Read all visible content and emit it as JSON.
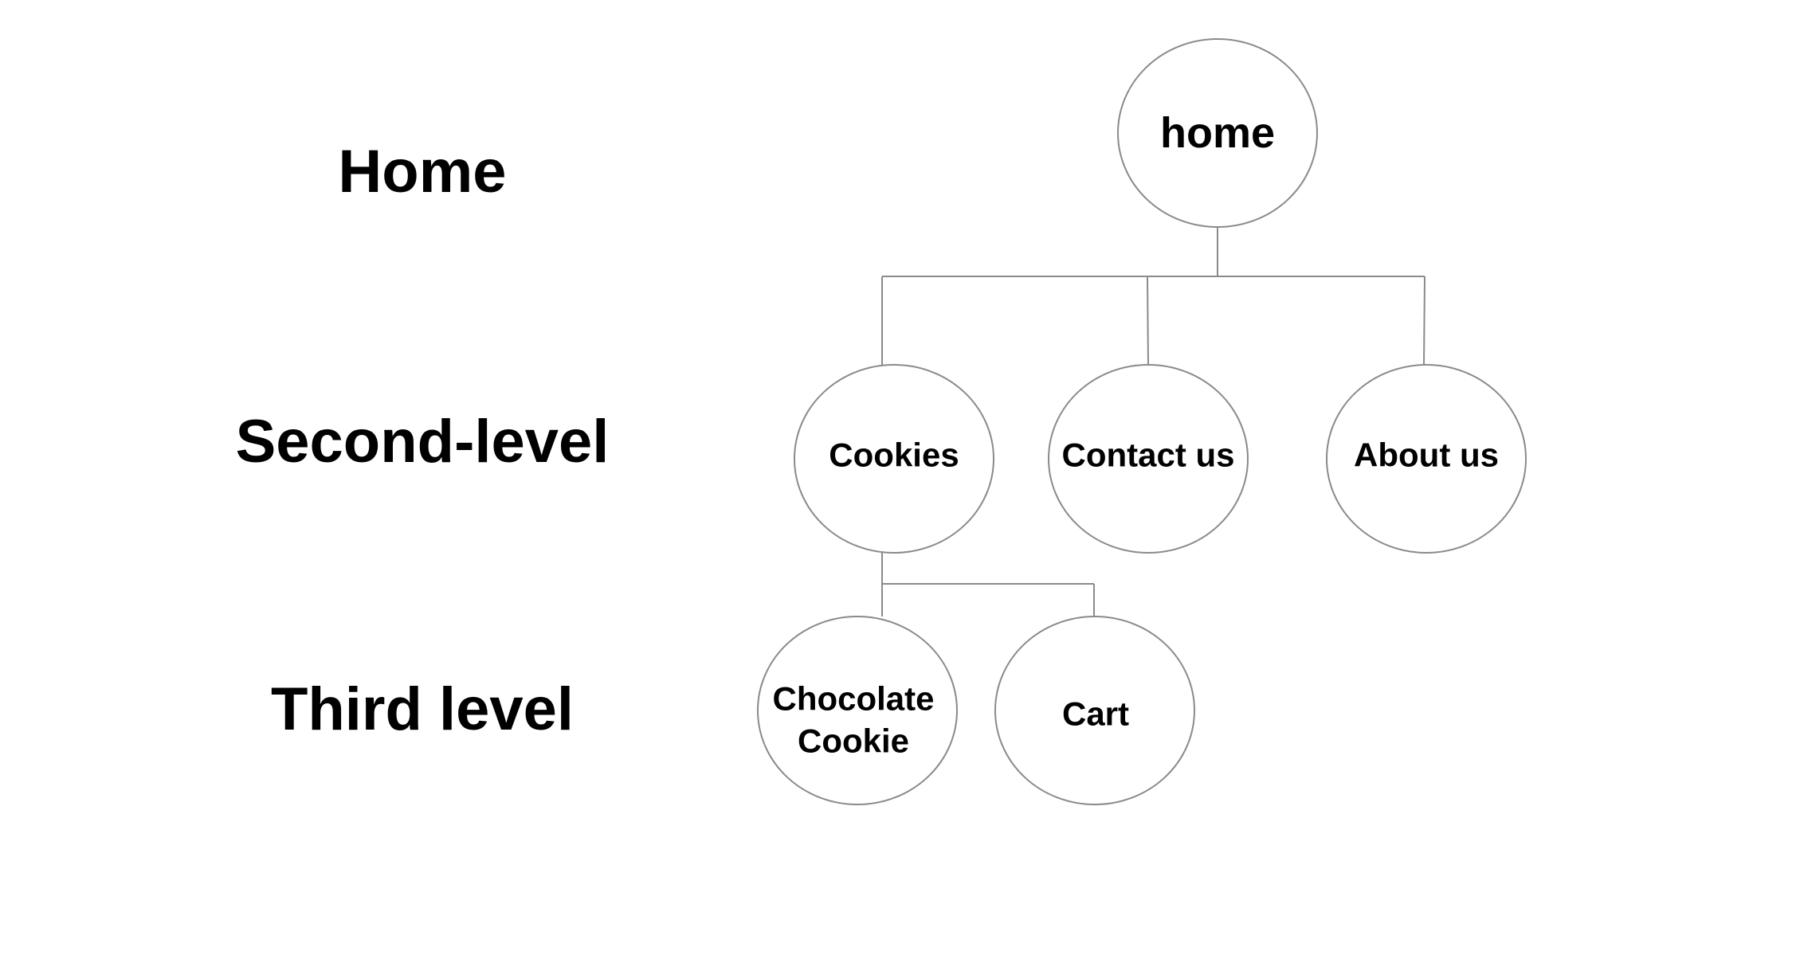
{
  "levels": {
    "home": "Home",
    "second": "Second-level",
    "third": "Third level"
  },
  "nodes": {
    "home": "home",
    "cookies": "Cookies",
    "contact": "Contact us",
    "about": "About us",
    "chocolate_line1": "Chocolate",
    "chocolate_line2": "Cookie",
    "cart": "Cart"
  },
  "colors": {
    "stroke": "#8a8a8a",
    "text": "#000000",
    "background": "#ffffff"
  }
}
